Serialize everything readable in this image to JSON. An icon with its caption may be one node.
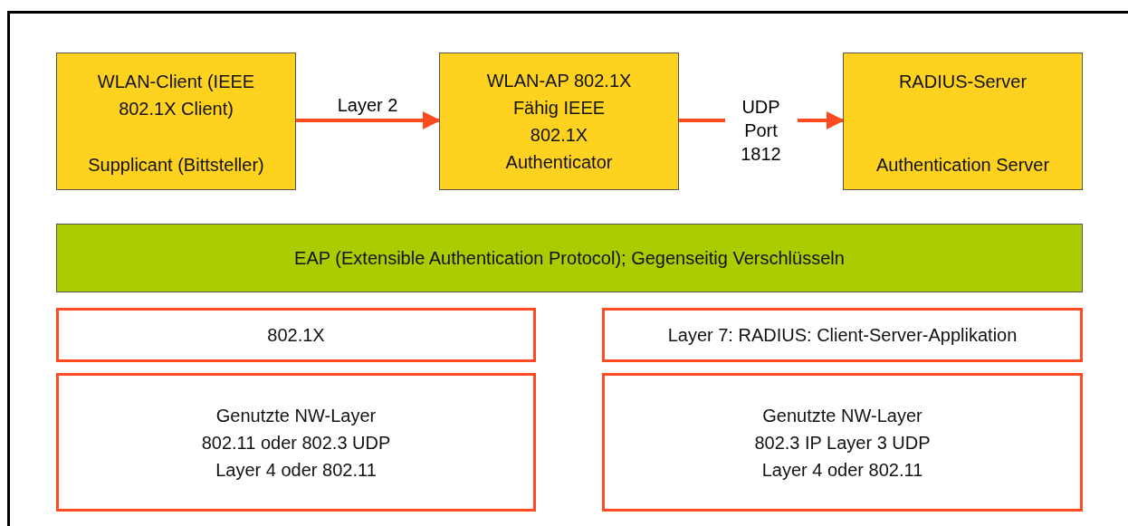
{
  "diagram": {
    "nodes": [
      {
        "text": [
          "WLAN-Client (IEEE 802.1X Client)",
          "Supplicant (Bittsteller)"
        ]
      },
      {
        "text": [
          "WLAN-AP 802.1X Fähig IEEE 802.1X Authenticator"
        ]
      },
      {
        "text": [
          "RADIUS-Server",
          "Authentication Server"
        ]
      },
      {
        "text": [
          "EAP (Extensible Authentication Protocol); Gegenseitig Verschlüsseln"
        ]
      },
      {
        "text": [
          "802.1X"
        ]
      },
      {
        "text": [
          "Layer 7: RADIUS: Client-Server-Applikation"
        ]
      },
      {
        "text": [
          "Genutzte NW-Layer 802.11 oder 802.3 UDP Layer 4 oder 802.11"
        ]
      },
      {
        "text": [
          "Genutzte NW-Layer 802.3 IP Layer 3 UDP Layer 4 oder 802.11"
        ]
      }
    ],
    "edges": [
      {
        "from": 0,
        "to": 1,
        "arrow": "to",
        "label": "Layer 2"
      },
      {
        "from": 1,
        "to": 2,
        "arrow": "to",
        "label": "UDP Port 1812"
      }
    ]
  }
}
